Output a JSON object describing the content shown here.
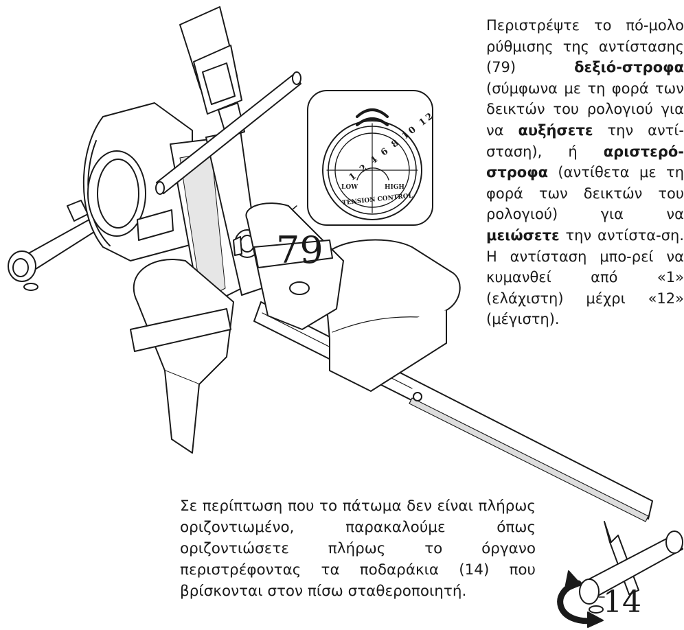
{
  "instructions": {
    "resistance": {
      "t1": "Περιστρέψτε το πό-μολο ρύθμισης της αντίστασης (79) ",
      "b1": "δεξιό-στροφα",
      "t2": " (σύμφωνα με τη φορά των δεικτών του ρολογιού για να ",
      "b2": "αυξήσετε",
      "t3": " την αντί-σταση), ή ",
      "b3": "αριστερό-στροφα",
      "t4": " (αντίθετα με τη φορά των δεικτών του ρολογιού) για να ",
      "b4": "μειώσετε",
      "t5": " την αντίστα-ση. Η αντίσταση μπο-ρεί να κυμανθεί από «1» (ελάχιστη) μέχρι «12» (μέγιστη)."
    },
    "leveling": "Σε περίπτωση που το πάτωμα δεν είναι πλήρως οριζοντιωμένο, παρακαλούμε όπως οριζοντιώσετε πλήρως το όργανο περιστρέφοντας τα ποδαράκια (14) που βρίσκονται στον πίσω σταθεροποιητή."
  },
  "callouts": {
    "knob_number": "79",
    "feet_number": "14"
  },
  "dial": {
    "scale": [
      "1",
      "2",
      "4",
      "6",
      "8",
      "10",
      "12"
    ],
    "low": "LOW",
    "high": "HIGH",
    "caption": "TENSION CONTROL"
  }
}
